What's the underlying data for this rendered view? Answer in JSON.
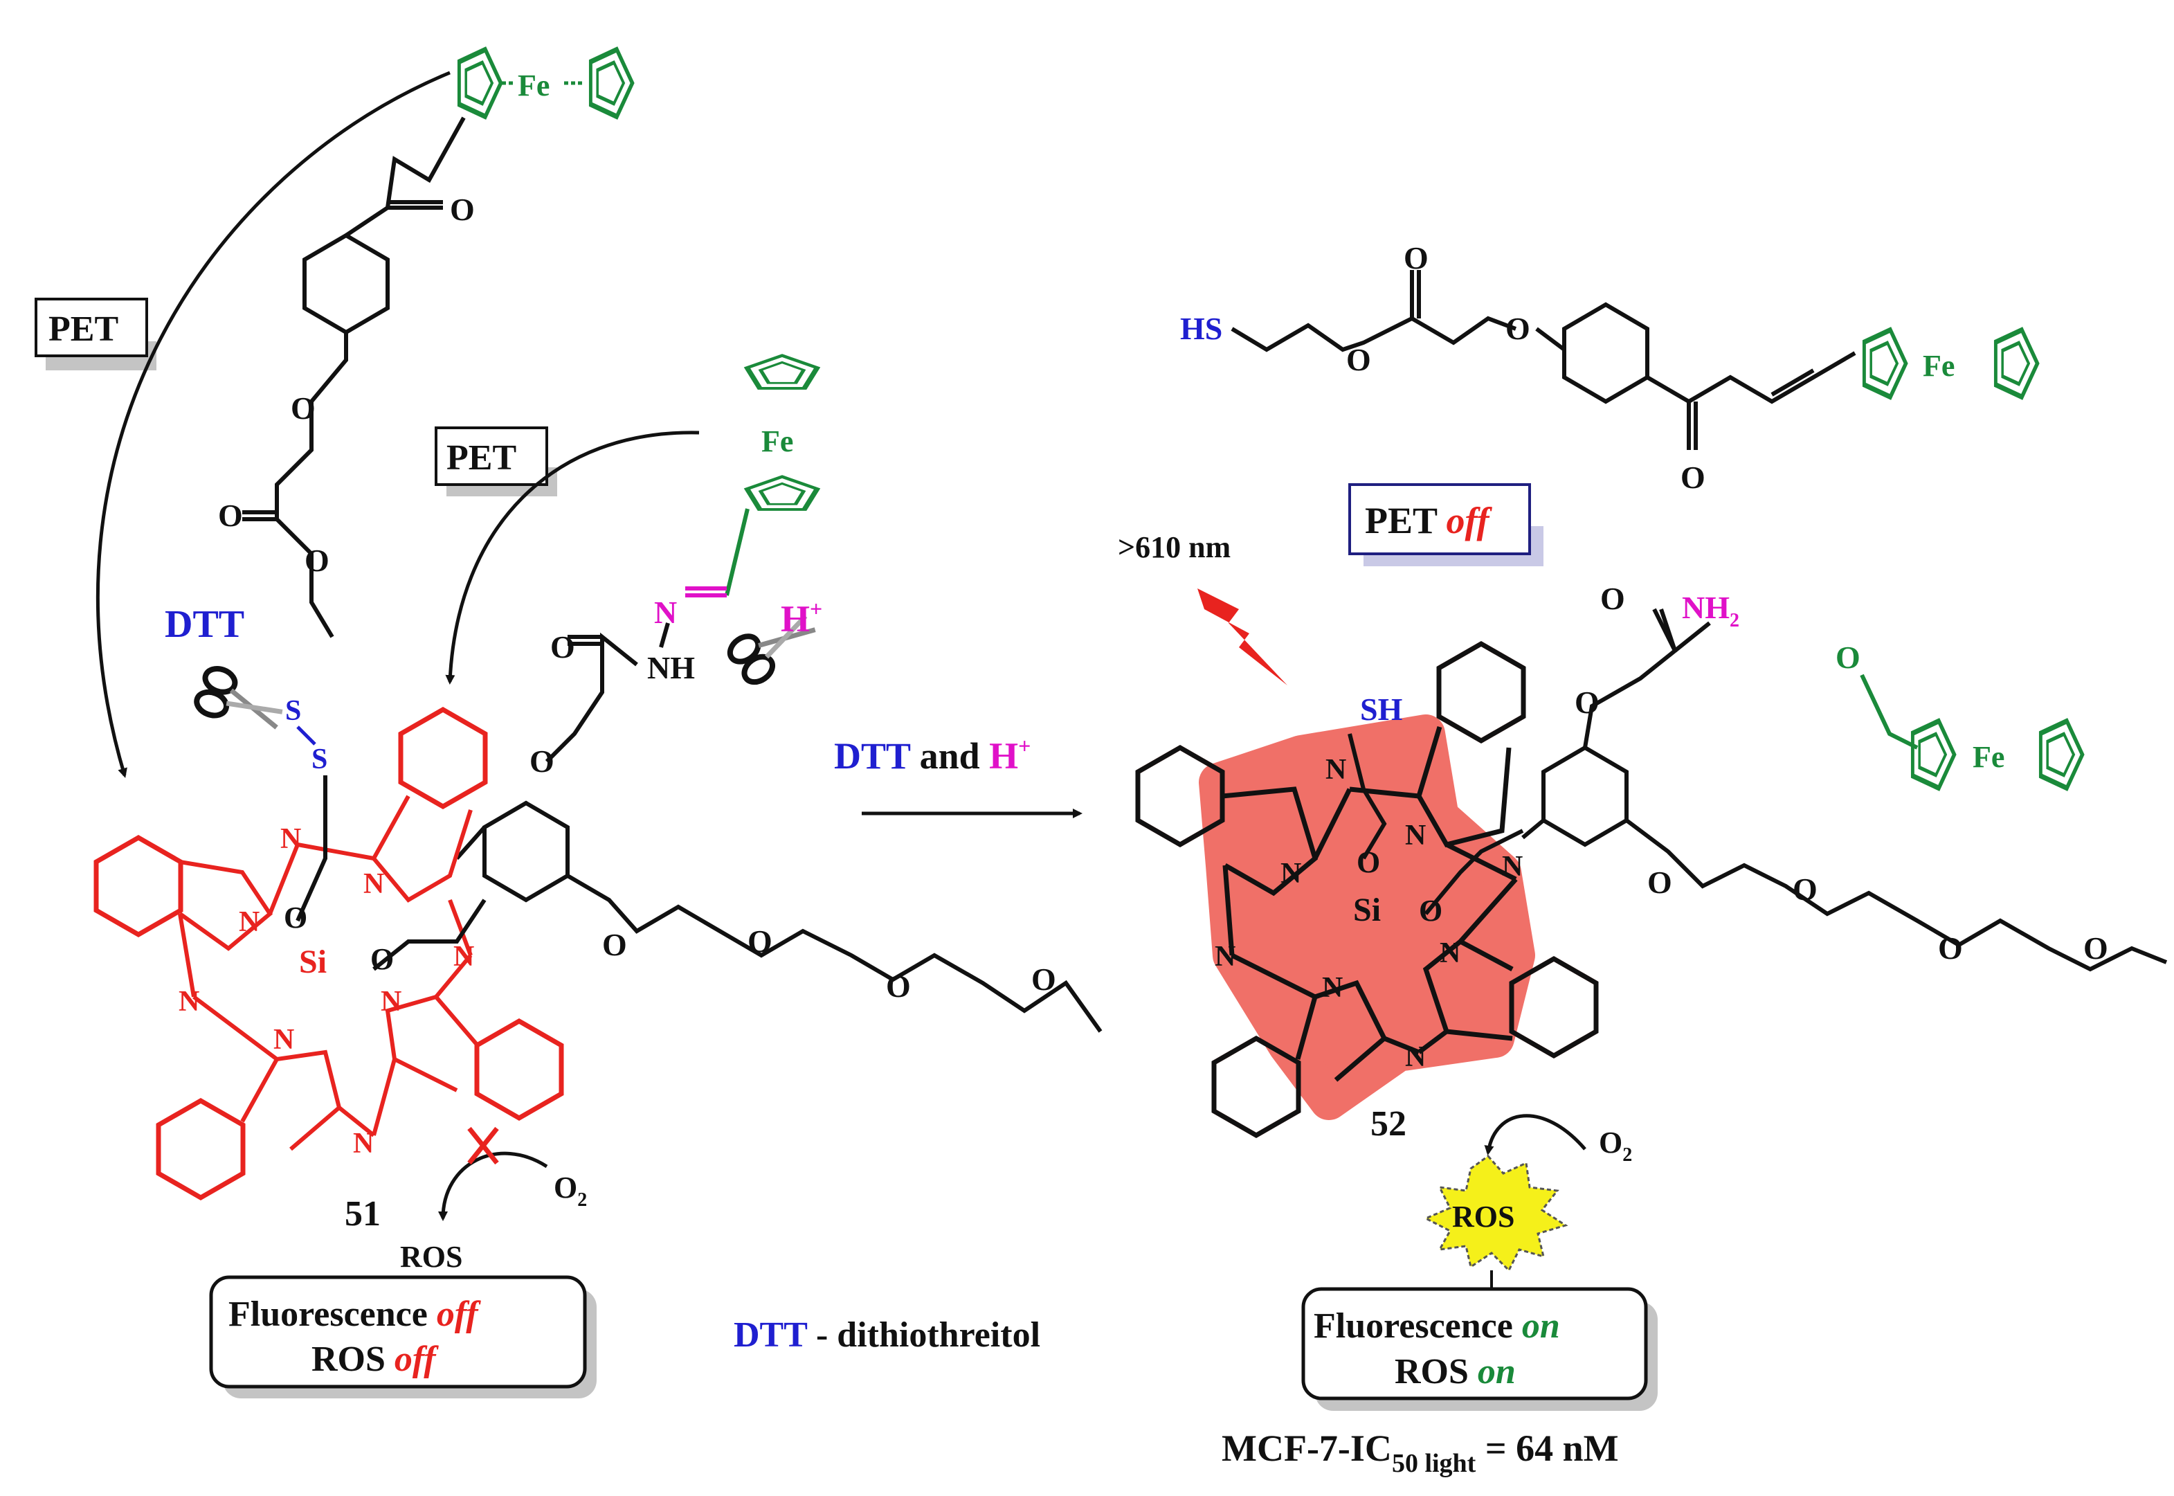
{
  "labels": {
    "pet_left": "PET",
    "pet_middle": "PET",
    "dtt_top": "DTT",
    "h_plus_top": "H",
    "h_plus_sup": "+",
    "compound_51": "51",
    "compound_52": "52",
    "ros_small": "ROS",
    "o2_left": "O",
    "o2_left_sub": "2",
    "o2_right": "O",
    "o2_right_sub": "2",
    "fluorescence_off_1": "Fluorescence ",
    "fluorescence_off_2": "off",
    "ros_off_1": "ROS ",
    "ros_off_2": "off",
    "dtt_legend_1": "DTT",
    "dtt_legend_2": " - dithiothreitol",
    "reaction_dtt": "DTT",
    "reaction_and": " and ",
    "reaction_h": "H",
    "reaction_h_sup": "+",
    "wavelength": ">610 nm",
    "pet_off_1": "PET ",
    "pet_off_2": "off",
    "fluorescence_on_1": "Fluorescence ",
    "fluorescence_on_2": "on",
    "ros_on_1": "ROS ",
    "ros_on_2": "on",
    "ros_burst": "ROS",
    "ic50_1": "MCF-7-IC",
    "ic50_sub": "50 light",
    "ic50_2": " = 64 nM"
  },
  "atoms": {
    "fe": "Fe",
    "si": "Si",
    "o": "O",
    "n": "N",
    "s": "S",
    "hs": "HS",
    "sh": "SH",
    "nh": "NH",
    "nh2": "NH",
    "nh2_sub": "2"
  },
  "colors": {
    "core_red": "#e8231f",
    "halo_red": "#f07068",
    "ferrocene_green": "#1a8a3a",
    "dtt_blue": "#1f1fd0",
    "proton_magenta": "#e011c8",
    "burst_yellow": "#f5f01a"
  }
}
